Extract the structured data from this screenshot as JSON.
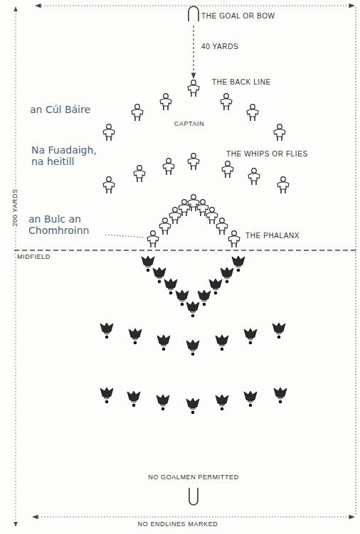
{
  "diagram": {
    "labels": [
      "THE GOAL OR BOW",
      "40 YARDS",
      "an Cúl Báire",
      "THE BACK LINE",
      "CAPTAIN",
      "Na Fuadaigh, na heitill",
      "THE WHIPS OR FLIES",
      "200 YARDS",
      "an Bulc an Chomhroinn",
      "THE PHALANX",
      "MIDFIELD",
      "NO GOALMEN PERMITTED",
      "NO ENDLINES MARKED"
    ]
  }
}
